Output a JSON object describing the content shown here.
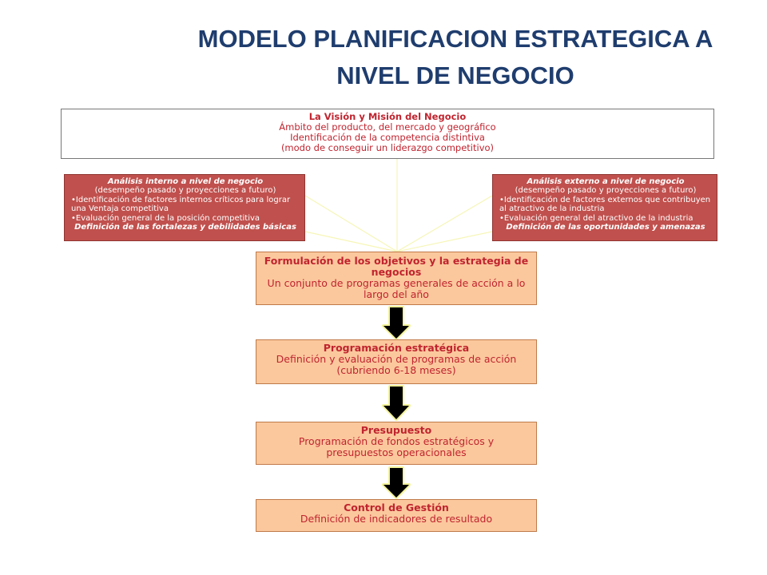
{
  "title": {
    "line1": "MODELO PLANIFICACION ESTRATEGICA A",
    "line2": "NIVEL DE NEGOCIO"
  },
  "vision": {
    "head": "La Visión y  Misión del Negocio",
    "lines": [
      "Ámbito del producto, del mercado y geográfico",
      "Identificación de la competencia distintiva",
      "(modo de conseguir un liderazgo competitivo)"
    ]
  },
  "internal": {
    "head": "Análisis interno a nivel de negocio",
    "sub": "(desempeño pasado y  proyecciones a futuro)",
    "bullet1": "•Identificación de factores internos críticos para lograr una Ventaja competitiva",
    "bullet2": "•Evaluación general de la posición competitiva",
    "foot": "Definición de las  fortalezas y debilidades básicas"
  },
  "external": {
    "head": "Análisis externo a nivel de negocio",
    "sub": "(desempeño pasado y proyecciones a futuro)",
    "bullet1": "•Identificación de factores externos que contribuyen al atractivo de la industria",
    "bullet2": "•Evaluación general del atractivo de la industria",
    "foot": "Definición de las oportunidades y amenazas"
  },
  "formulation": {
    "head": "Formulación de los objetivos y la  estrategia de negocios",
    "body": "Un conjunto  de programas generales de acción a lo largo del año"
  },
  "programming": {
    "head": "Programación estratégica",
    "line1": "Definición y evaluación de programas de acción",
    "line2": "(cubriendo 6-18 meses)"
  },
  "budget": {
    "head": "Presupuesto",
    "line1": "Programación de fondos estratégicos y",
    "line2": "presupuestos  operacionales"
  },
  "control": {
    "head": "Control de Gestión",
    "body": "Definición de indicadores de resultado"
  },
  "colors": {
    "title": "#1f3d6e",
    "internal_box": "#c0504d",
    "process_box": "#fbc89d",
    "text_red": "#c0242f",
    "arrow": "#000000",
    "arrow_glow": "#f3f39a"
  }
}
